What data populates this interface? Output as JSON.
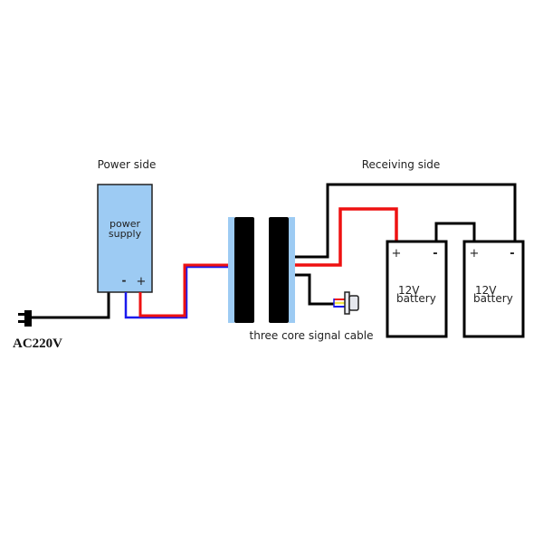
{
  "diagram": {
    "title_left": "Power side",
    "title_right": "Receiving side",
    "power_supply": {
      "label_line1": "power",
      "label_line2": "supply",
      "terminal_negative": "-",
      "terminal_positive": "+"
    },
    "ac_input": {
      "label": "AC220V",
      "icon": "plug-icon"
    },
    "transformer": {
      "icon": "induction-coil-icon"
    },
    "signal_cable": {
      "label": "three core signal cable",
      "icon": "connector-plug-icon"
    },
    "batteries": [
      {
        "label_line1": "12V",
        "label_line2": "battery",
        "terminal_positive": "+",
        "terminal_negative": "-"
      },
      {
        "label_line1": "12V",
        "label_line2": "battery",
        "terminal_positive": "+",
        "terminal_negative": "-"
      }
    ],
    "colors": {
      "supply_fill": "#9dcbf3",
      "coil_strip": "#9dcbf3",
      "coil": "#000000",
      "wire_black": "#000000",
      "wire_red": "#ee1111",
      "wire_blue": "#1a1aee",
      "wire_yellow": "#f3e64a",
      "connector_fill": "#e6e8ee"
    }
  }
}
